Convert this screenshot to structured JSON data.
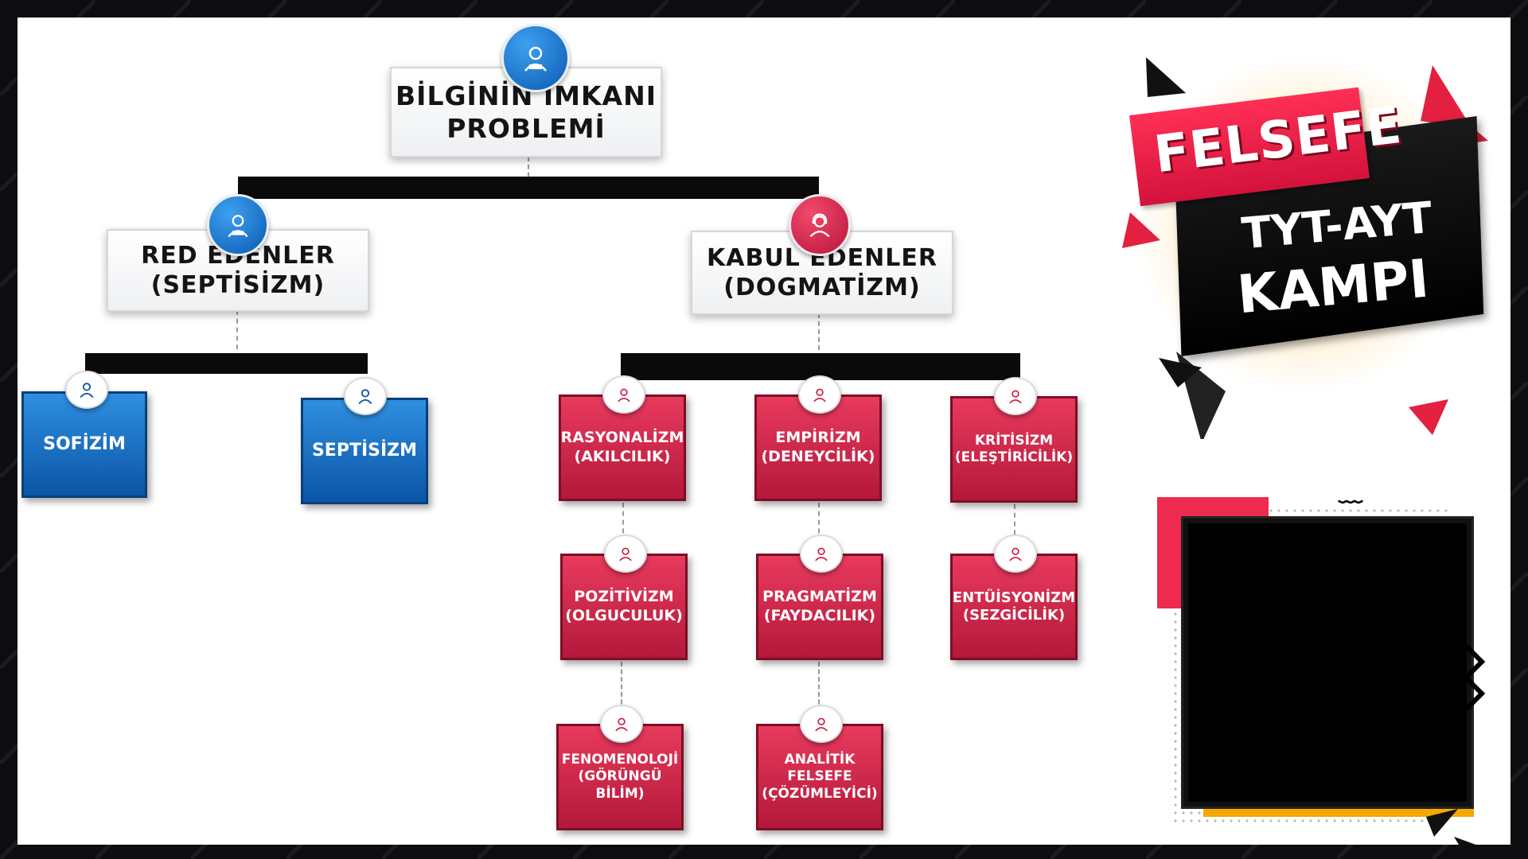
{
  "root": {
    "line1": "BİLGİNİN İMKANI",
    "line2": "PROBLEMİ"
  },
  "left_branch": {
    "line1": "RED EDENLER",
    "line2": "(SEPTİSİZM)"
  },
  "right_branch": {
    "line1": "KABUL EDENLER",
    "line2": "(DOGMATİZM)"
  },
  "left_children": [
    "SOFİZİM",
    "SEPTİSİZM"
  ],
  "right_children": {
    "col1": [
      {
        "line1": "RASYONALİZM",
        "line2": "(AKILCILIK)"
      },
      {
        "line1": "POZİTİVİZM",
        "line2": "(OLGUCULUK)"
      },
      {
        "line1": "FENOMENOLOJİ",
        "line2": "(GÖRÜNGÜ BİLİM)"
      }
    ],
    "col2": [
      {
        "line1": "EMPİRİZM",
        "line2": "(DENEYCİLİK)"
      },
      {
        "line1": "PRAGMATİZM",
        "line2": "(FAYDACILIK)"
      },
      {
        "line1": "ANALİTİK FELSEFE",
        "line2": "(ÇÖZÜMLEYİCİ)"
      }
    ],
    "col3": [
      {
        "line1": "KRİTİSİZM",
        "line2": "(ELEŞTİRİCİLİK)"
      },
      {
        "line1": "ENTÜİSYONİZM",
        "line2": "(SEZGİCİLİK)"
      }
    ]
  },
  "brand": {
    "title": "FELSEFE",
    "subtitle": "TYT-AYT",
    "subtitle2": "KAMPI"
  },
  "icons": {
    "person": "person-icon",
    "woman": "woman-icon"
  },
  "colors": {
    "blue": "#0b55a6",
    "red": "#c91a40",
    "black": "#0a0a0a",
    "yellow": "#ffd21a"
  }
}
